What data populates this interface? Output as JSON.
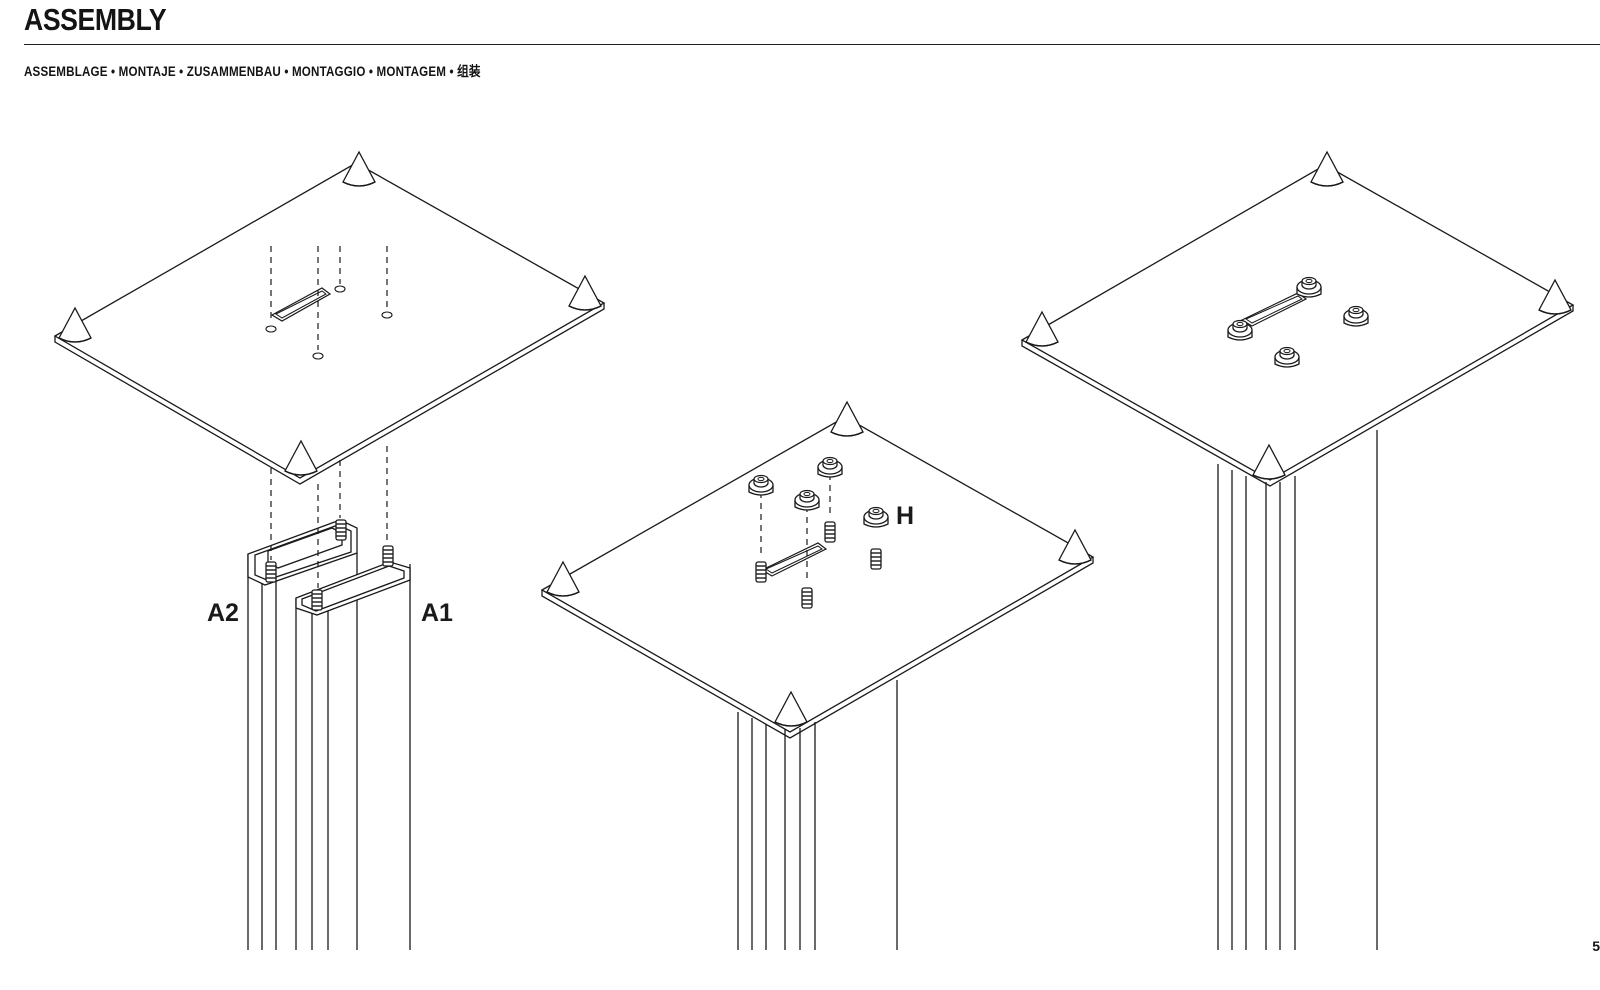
{
  "header": {
    "title": "ASSEMBLY",
    "subtitle": "ASSEMBLAGE • MONTAJE • ZUSAMMENBAU • MONTAGGIO • MONTAGEM • 组装"
  },
  "labels": {
    "part_a2": "A2",
    "part_a1": "A1",
    "part_h": "H"
  },
  "page_number": "5",
  "colors": {
    "ink": "#1a1a1a",
    "paper": "#ffffff"
  }
}
